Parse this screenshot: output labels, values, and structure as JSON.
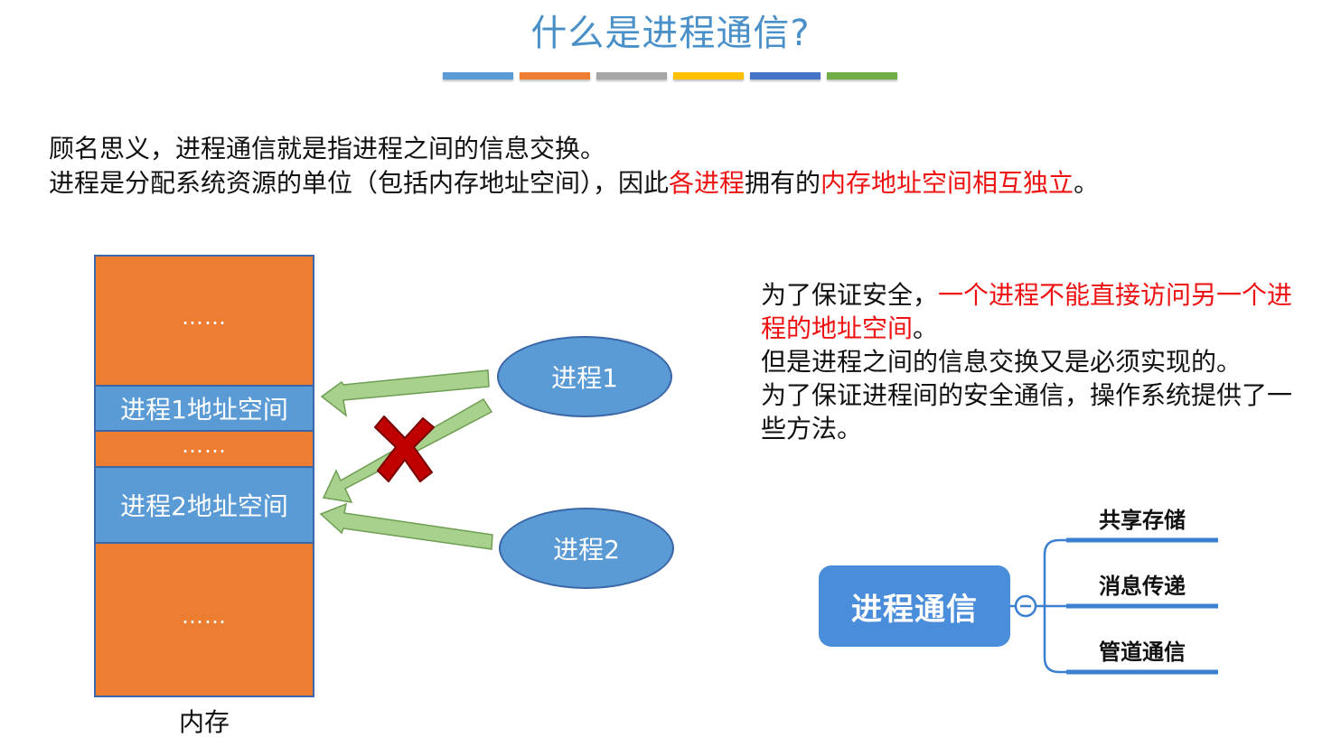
{
  "title": "什么是进程通信?",
  "title_bar_colors": [
    "#5b9bd5",
    "#ed7d31",
    "#a5a5a5",
    "#ffc000",
    "#4472c4",
    "#70ad47"
  ],
  "intro": {
    "line1": "顾名思义，进程通信就是指进程之间的信息交换。",
    "line2_a": "进程是分配系统资源的单位（包括内存地址空间），因此",
    "line2_red1": "各进程",
    "line2_b": "拥有的",
    "line2_red2": "内存地址空间相互独立",
    "line2_c": "。"
  },
  "memory": {
    "dots": "……",
    "p1_space": "进程1地址空间",
    "p2_space": "进程2地址空间",
    "caption": "内存"
  },
  "processes": {
    "p1": "进程1",
    "p2": "进程2"
  },
  "right_text": {
    "l1_a": "为了保证安全，",
    "l1_red": "一个进程不能直接访问另一个进程的地址空间",
    "l1_b": "。",
    "l2": "但是进程之间的信息交换又是必须实现的。",
    "l3": "为了保证进程间的安全通信，操作系统提供了一些方法。"
  },
  "mindmap": {
    "root": "进程通信",
    "branches": [
      "共享存储",
      "消息传递",
      "管道通信"
    ]
  },
  "colors": {
    "title": "#4a90c8",
    "memory_orange": "#ed7d31",
    "memory_blue": "#5b9bd5",
    "arrow_fill": "#a9d18e",
    "cross": "#c00000",
    "red_text": "#ee1111",
    "mind_root": "#4a8ddb",
    "mind_line": "#3a7fd0"
  }
}
